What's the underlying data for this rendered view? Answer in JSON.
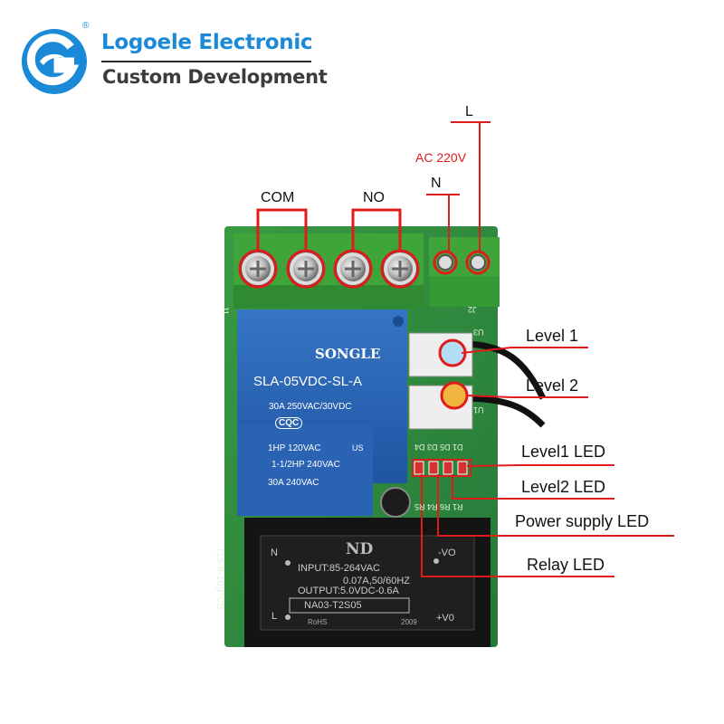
{
  "brand": {
    "title": "Logoele Electronic",
    "subtitle": "Custom Development",
    "registered_mark": "®",
    "primary_color": "#1a8ad8"
  },
  "terminals": {
    "com_label": "COM",
    "no_label": "NO",
    "n_label": "N",
    "l_label": "L",
    "ac_label": "AC 220V"
  },
  "relay": {
    "brand": "SONGLE",
    "model": "SLA-05VDC-SL-A",
    "rating1": "30A  250VAC/30VDC",
    "cert": "CQC",
    "rating2": "1HP 120VAC",
    "rating3": "1-1/2HP 240VAC",
    "rating4": "30A  240VAC",
    "ul": "US"
  },
  "power_module": {
    "logo": "ND",
    "input": "INPUT:85-264VAC",
    "input2": "0.07A,50/60HZ",
    "output": "OUTPUT:5.0VDC-0.6A",
    "model": "NA03-T2S05",
    "rohs": "RoHS",
    "year": "2009",
    "n_pin": "N",
    "l_pin": "L",
    "vo_neg": "-VO",
    "vo_pos": "+V0"
  },
  "pcb_marking": "(15-6-10)PCB",
  "silkscreen": {
    "j1": "J1",
    "j2": "J2",
    "u3": "U3",
    "u1": "U1",
    "led_ids": "D1 D5 D3 D4",
    "res_ids": "R1 R6 R4 R5"
  },
  "callouts": {
    "level1": "Level 1",
    "level2": "Level 2",
    "level1_led": "Level1 LED",
    "level2_led": "Level2 LED",
    "power_led": "Power supply LED",
    "relay_led": "Relay LED"
  },
  "colors": {
    "pcb": "#2f8f3a",
    "relay_blue": "#2a63b3",
    "terminal_green": "#3fa53a",
    "callout_red": "#e01b1b",
    "power_module_black": "#141414"
  }
}
